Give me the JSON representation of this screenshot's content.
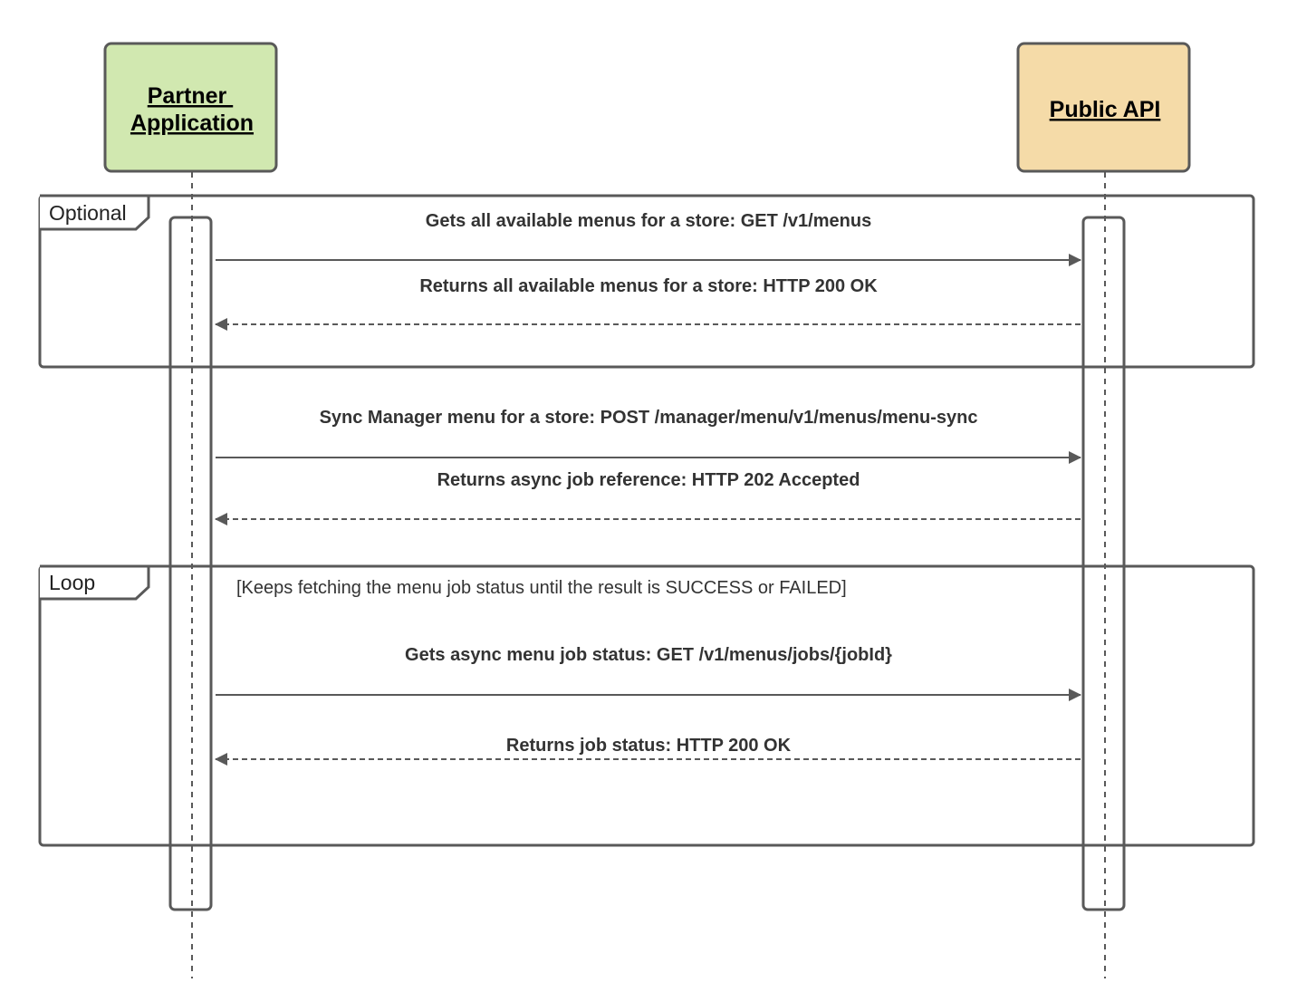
{
  "participants": {
    "partner": {
      "line1": "Partner ",
      "line2": "Application",
      "fill": "#d1e8b0"
    },
    "api": {
      "label": "Public API",
      "fill": "#f5dba8"
    }
  },
  "frames": {
    "optional": {
      "tag": "Optional"
    },
    "loop": {
      "tag": "Loop",
      "guard": "[Keeps fetching the menu job status until the result is SUCCESS or FAILED]"
    }
  },
  "messages": [
    {
      "label": "Gets all available menus for a store: GET /v1/menus",
      "direction": "request",
      "style": "solid"
    },
    {
      "label": "Returns all available menus for a store: HTTP 200 OK",
      "direction": "response",
      "style": "dashed"
    },
    {
      "label": "Sync Manager menu for a store: POST /manager/menu/v1/menus/menu-sync",
      "direction": "request",
      "style": "solid"
    },
    {
      "label": "Returns async job reference: HTTP 202 Accepted",
      "direction": "response",
      "style": "dashed"
    },
    {
      "label": "Gets async menu job status: GET /v1/menus/jobs/{jobId}",
      "direction": "request",
      "style": "solid"
    },
    {
      "label": "Returns job status: HTTP 200 OK",
      "direction": "response",
      "style": "dashed"
    }
  ],
  "colors": {
    "line": "#595959",
    "text": "#333333"
  }
}
